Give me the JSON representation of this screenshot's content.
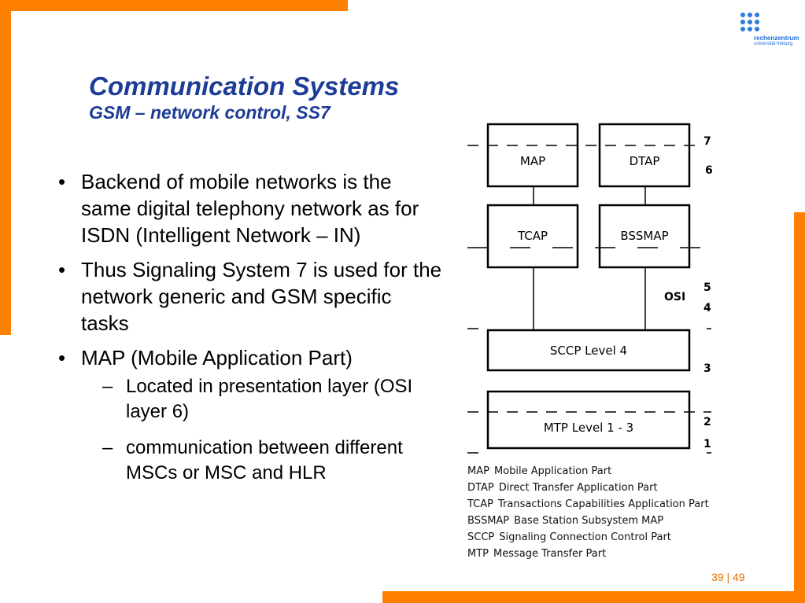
{
  "title": {
    "main": "Communication Systems",
    "sub": "GSM – network control, SS7"
  },
  "bullets": [
    {
      "level": 1,
      "text": "Backend of mobile networks is the same digital telephony network as for ISDN (Intelligent Network – IN)"
    },
    {
      "level": 1,
      "text": "Thus Signaling System 7 is used for the network generic and GSM specific tasks"
    },
    {
      "level": 1,
      "text": "MAP (Mobile Application Part)"
    },
    {
      "level": 2,
      "text": "Located in presentation layer (OSI layer 6)"
    },
    {
      "level": 2,
      "text": "communication between different MSCs or MSC and HLR"
    }
  ],
  "markers": {
    "level1": "•",
    "level2": "–"
  },
  "diagram": {
    "boxes": {
      "map": "MAP",
      "dtap": "DTAP",
      "tcap": "TCAP",
      "bssmap": "BSSMAP",
      "sccp": "SCCP Level 4",
      "mtp": "MTP Level 1 - 3"
    },
    "osi_label": "OSI",
    "layer_numbers": {
      "l7": "7",
      "l6": "6",
      "l5": "5",
      "l4": "4",
      "l3": "3",
      "l2": "2",
      "l1": "1"
    }
  },
  "legend": [
    {
      "abbr": "MAP",
      "desc": "Mobile Application Part"
    },
    {
      "abbr": "DTAP",
      "desc": "Direct Transfer Application Part"
    },
    {
      "abbr": "TCAP",
      "desc": "Transactions Capabilities Application Part"
    },
    {
      "abbr": "BSSMAP",
      "desc": "Base Station Subsystem MAP"
    },
    {
      "abbr": "SCCP",
      "desc": "Signaling Connection Control Part"
    },
    {
      "abbr": "MTP",
      "desc": "Message Transfer Part"
    }
  ],
  "logo": {
    "line1": "rechenzentrum",
    "line2": "universität freiburg"
  },
  "page": {
    "current": "39",
    "separator": "|",
    "total": "49"
  },
  "colors": {
    "accent": "#ff8000",
    "title": "#1d3c96",
    "logo": "#1d6fd6"
  }
}
